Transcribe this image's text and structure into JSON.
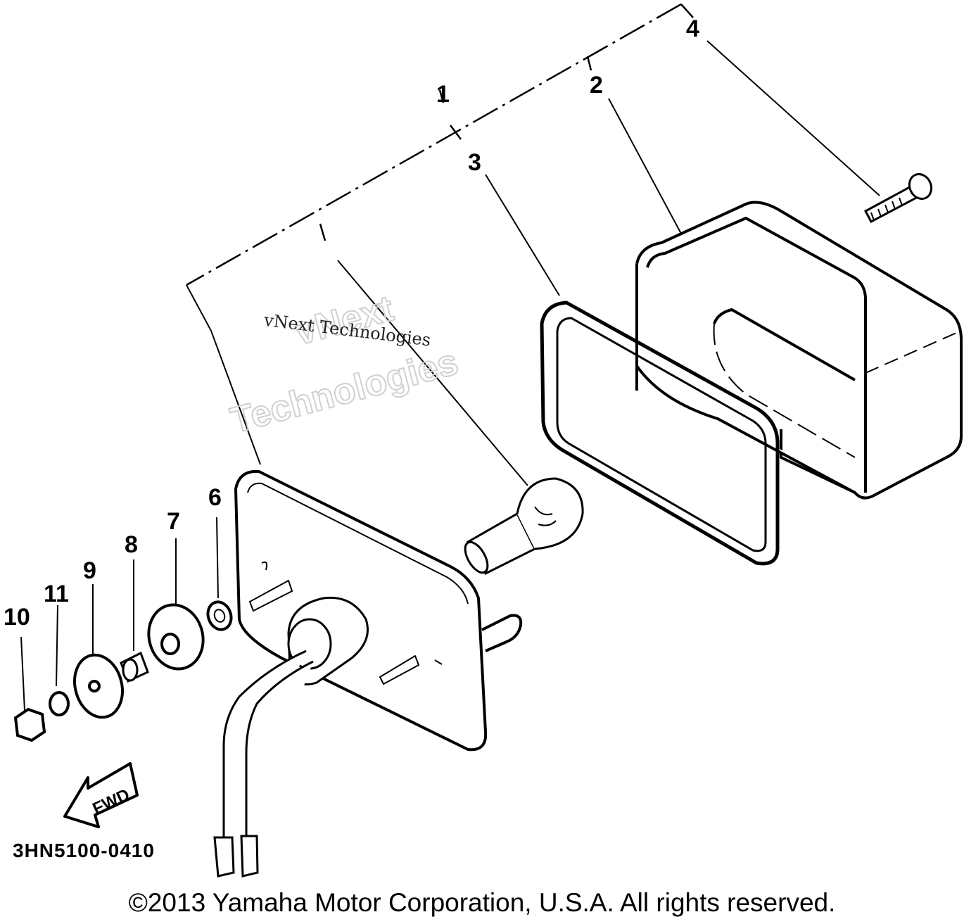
{
  "diagram": {
    "drawing_code": "3HN5100-0410",
    "direction_label": "FWD",
    "callouts": [
      {
        "id": "1",
        "label": "1"
      },
      {
        "id": "2",
        "label": "2"
      },
      {
        "id": "3",
        "label": "3"
      },
      {
        "id": "4",
        "label": "4"
      },
      {
        "id": "6",
        "label": "6"
      },
      {
        "id": "7",
        "label": "7"
      },
      {
        "id": "8",
        "label": "8"
      },
      {
        "id": "9",
        "label": "9"
      },
      {
        "id": "10",
        "label": "10"
      },
      {
        "id": "11",
        "label": "11"
      }
    ],
    "watermark": {
      "big_line1": "vNext",
      "big_line2": "Technologies",
      "small": "vNext Technologies"
    }
  },
  "footer": {
    "copyright": "©2013 Yamaha Motor Corporation, U.S.A. All rights reserved."
  }
}
